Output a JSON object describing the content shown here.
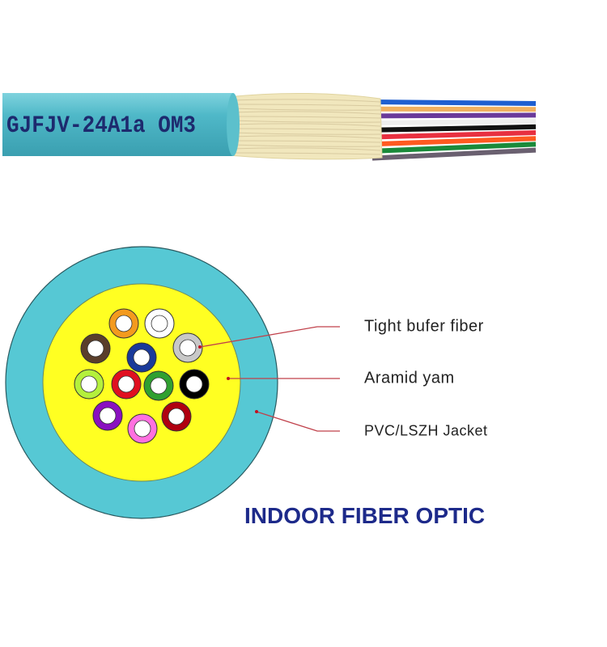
{
  "cable": {
    "marking": "GJFJV-24A1a OM3",
    "jacket_color": "#4fb8c8",
    "fiber_colors": [
      "#1f5fd0",
      "#f0b060",
      "#6a3a9a",
      "#ffffff",
      "#111111",
      "#e83040",
      "#ff5a20",
      "#1a8a3a",
      "#6a6070"
    ]
  },
  "cross_section": {
    "jacket_color": "#56c8d4",
    "aramid_color": "#ffff22",
    "fibers": [
      "#f39a1e",
      "#ffffff",
      "#5a3e2b",
      "#1a3a9a",
      "#c8c8c8",
      "#b4f03c",
      "#e01020",
      "#30a030",
      "#000000",
      "#8a10c0",
      "#ff70e0",
      "#b00010"
    ]
  },
  "labels": {
    "tight_buffer": "Tight bufer fiber",
    "aramid": "Aramid yam",
    "jacket": "PVC/LSZH Jacket"
  },
  "title": "INDOOR FIBER OPTIC"
}
